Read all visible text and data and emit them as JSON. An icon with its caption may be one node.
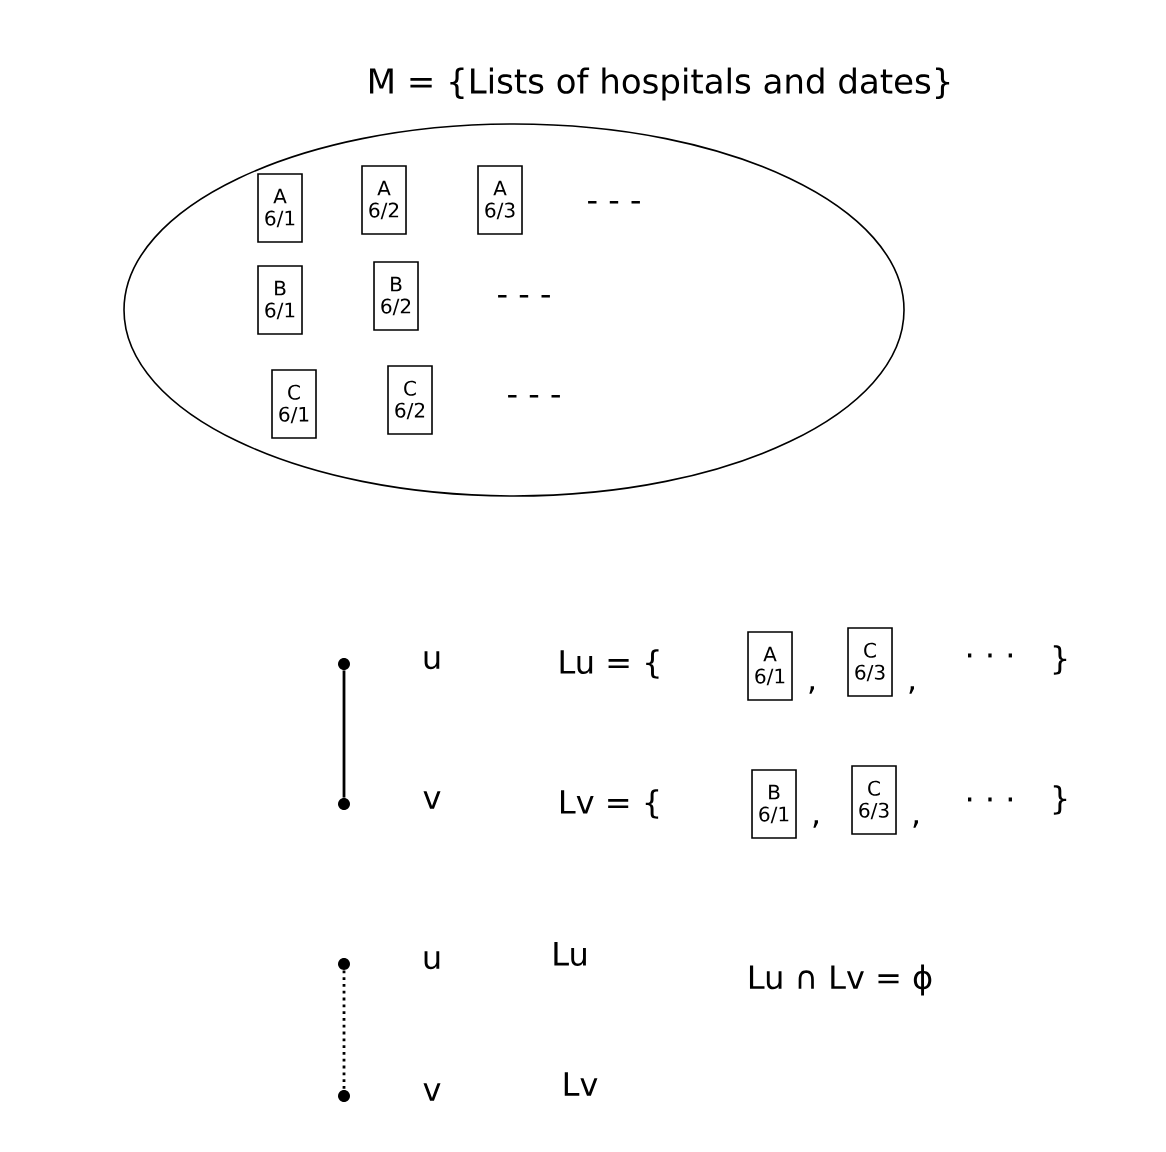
{
  "diagram": {
    "nodes": [
      {
        "text": [
          "M = {Lists of hospitals and dates}"
        ]
      },
      {
        "text": [
          "A 6/1"
        ],
        "in": 0
      },
      {
        "text": [
          "A 6/2"
        ],
        "in": 0
      },
      {
        "text": [
          "A 6/3"
        ],
        "in": 0
      },
      {
        "text": [
          "B 6/1"
        ],
        "in": 0
      },
      {
        "text": [
          "B 6/2"
        ],
        "in": 0
      },
      {
        "text": [
          "C 6/1"
        ],
        "in": 0
      },
      {
        "text": [
          "C 6/2"
        ],
        "in": 0
      },
      {
        "text": [],
        "shape": "circle",
        "beside": [
          "u"
        ]
      },
      {
        "text": [],
        "shape": "circle",
        "beside": [
          "v"
        ]
      },
      {
        "text": [
          "A 6/1"
        ]
      },
      {
        "text": [
          "C 6/3"
        ]
      },
      {
        "text": [
          "B 6/1"
        ]
      },
      {
        "text": [
          "C 6/3"
        ]
      },
      {
        "text": [],
        "shape": "circle",
        "beside": [
          "u"
        ]
      },
      {
        "text": [],
        "shape": "circle",
        "beside": [
          "v"
        ]
      }
    ],
    "edges": [
      {
        "from": 8,
        "to": 9,
        "arrow": "none"
      },
      {
        "from": 14,
        "to": 15,
        "arrow": "none",
        "style": "dashed"
      }
    ],
    "labels": [
      "- - -",
      "- - -",
      "- - -",
      "Lu = {",
      ",",
      ",",
      "· · ·",
      "}",
      "Lv = {",
      ",",
      ",",
      "· · ·",
      "}",
      "Lu",
      "Lv",
      "Lu ∩ Lv = ϕ"
    ]
  }
}
